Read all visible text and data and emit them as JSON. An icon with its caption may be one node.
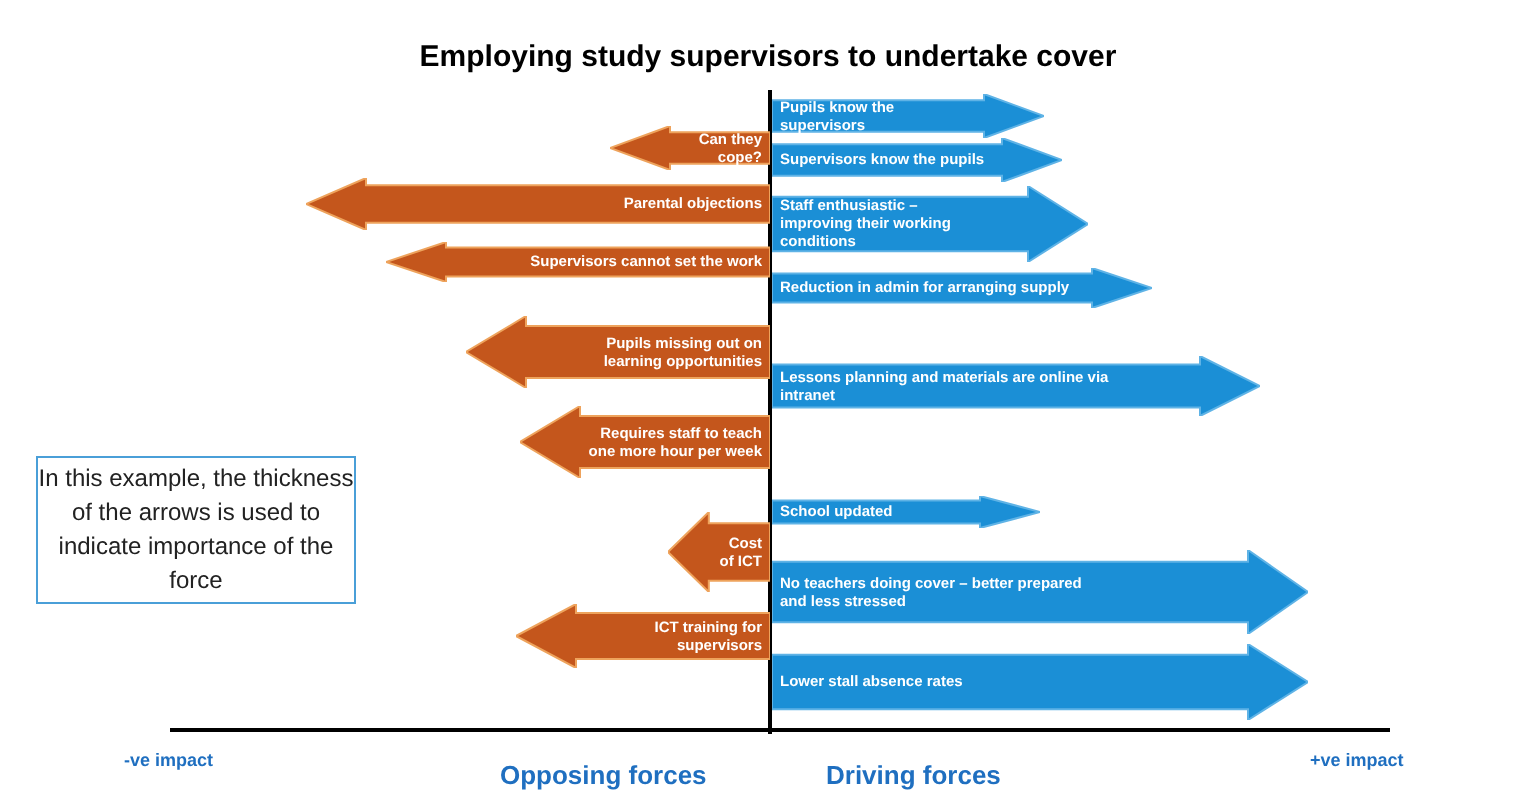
{
  "diagram": {
    "title": "Employing study supervisors to undertake cover",
    "nodes": [
      {
        "text": [
          "Can they cope?"
        ]
      },
      {
        "text": [
          "Parental objections"
        ]
      },
      {
        "text": [
          "Supervisors cannot set the work"
        ]
      },
      {
        "text": [
          "Pupils missing out on learning opportunities"
        ]
      },
      {
        "text": [
          "Requires staff to teach one more hour per week"
        ]
      },
      {
        "text": [
          "Cost of ICT"
        ]
      },
      {
        "text": [
          "ICT training for supervisors"
        ]
      },
      {
        "text": [
          "Pupils know the supervisors"
        ]
      },
      {
        "text": [
          "Supervisors know the pupils"
        ]
      },
      {
        "text": [
          "Staff enthusiastic – improving their working conditions"
        ]
      },
      {
        "text": [
          "Reduction in admin for arranging supply"
        ]
      },
      {
        "text": [
          "Lessons planning and materials are online via intranet"
        ]
      },
      {
        "text": [
          "School updated"
        ]
      },
      {
        "text": [
          "No teachers doing cover – better prepared and less stressed"
        ]
      },
      {
        "text": [
          "Lower stall absence rates"
        ]
      },
      {
        "text": [
          "In this example, the thickness of the arrows is used to indicate importance of the force"
        ]
      }
    ],
    "labels": [
      "-ve impact",
      "Opposing forces",
      "Driving forces",
      "+ve impact"
    ]
  }
}
